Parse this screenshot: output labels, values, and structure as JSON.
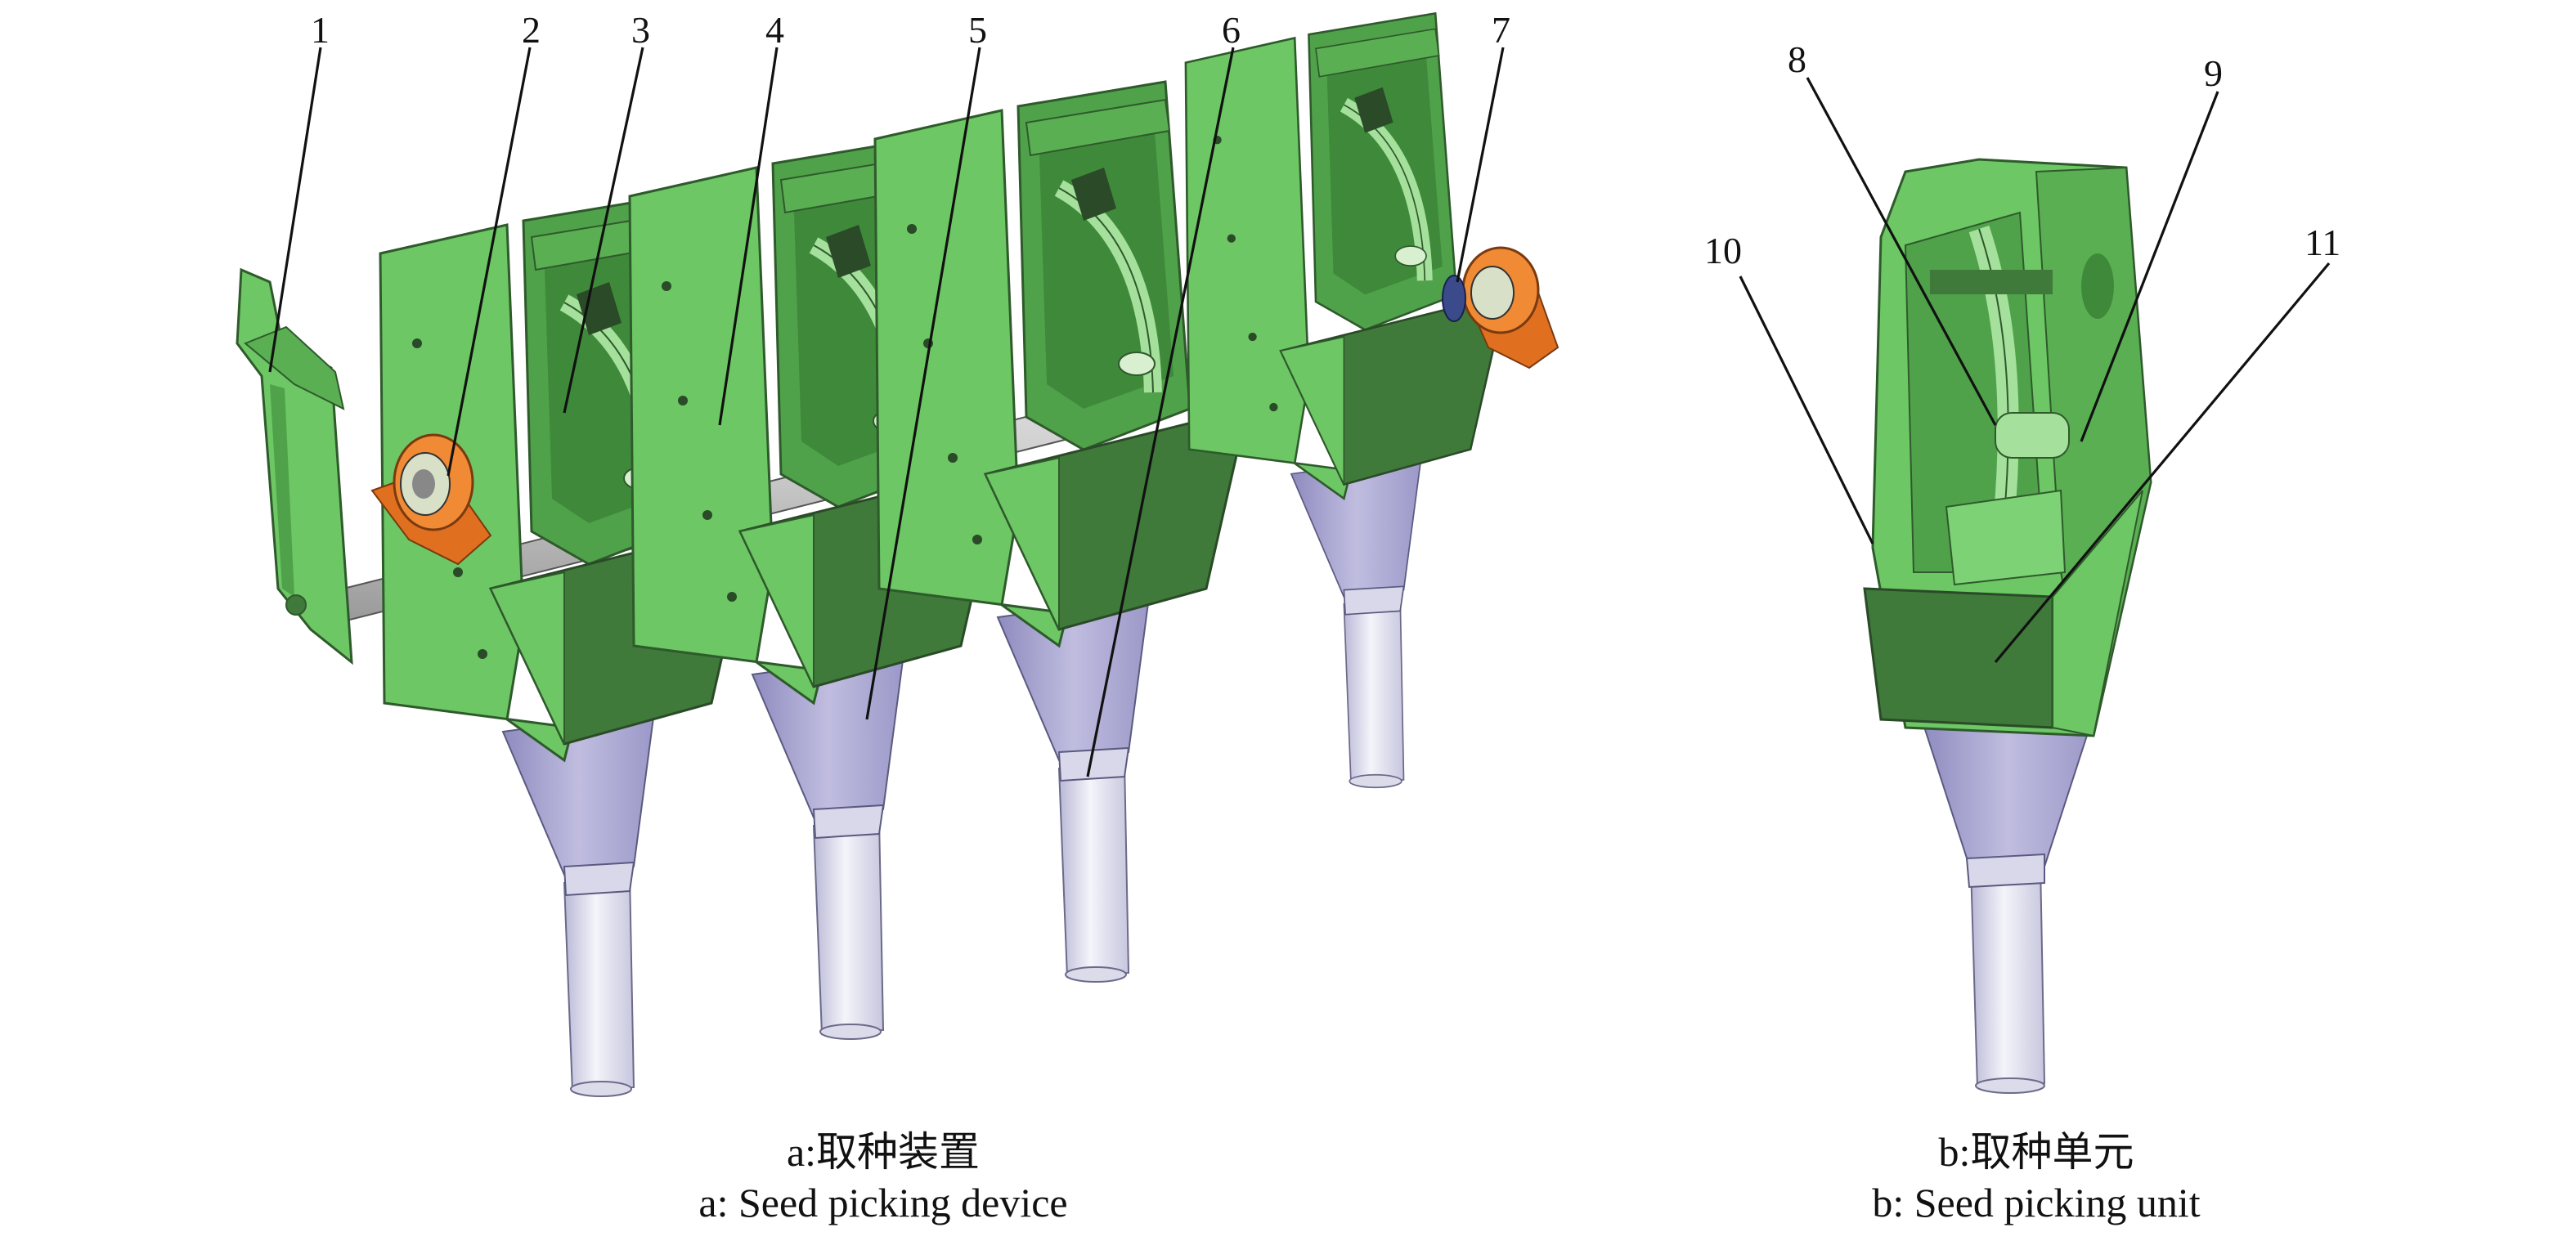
{
  "figure": {
    "panels": [
      {
        "id": "a",
        "caption_cn": "a:取种装置",
        "caption_en": "a: Seed picking device",
        "callouts": [
          "1",
          "2",
          "3",
          "4",
          "5",
          "6",
          "7"
        ]
      },
      {
        "id": "b",
        "caption_cn": "b:取种单元",
        "caption_en": "b: Seed picking unit",
        "callouts": [
          "8",
          "9",
          "10",
          "11"
        ]
      }
    ]
  },
  "colors": {
    "housing_light": "#6cc764",
    "housing_mid": "#4fa24a",
    "housing_dark": "#3f7a3a",
    "funnel": "#a7a4cf",
    "tube": "#dcdbea",
    "bearing": "#e07020",
    "shaft": "#d8d8d8",
    "ink": "#111111"
  }
}
